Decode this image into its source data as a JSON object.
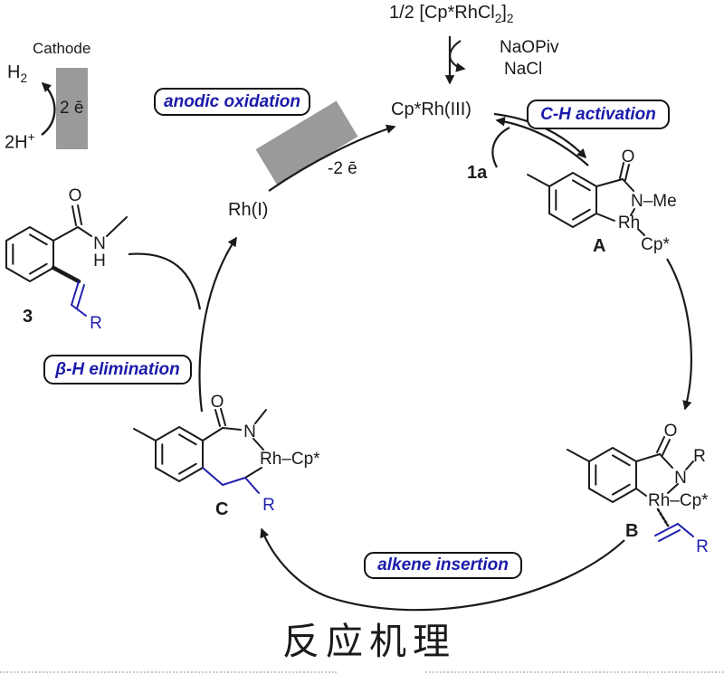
{
  "colors": {
    "blue_label": "#1b1bab",
    "blue_structure": "#1e1eae",
    "black": "#1a1a1a",
    "electrode_gray": "#9a9a9a"
  },
  "title_cn": "反应机理",
  "precursor": {
    "p1": "1/2 [Cp*RhCl",
    "s1": "2",
    "p2": "]",
    "s2": "2"
  },
  "additives": {
    "in_label": "NaOPiv",
    "out_label": "NaCl"
  },
  "catalyst": "Cp*Rh(III)",
  "rh1": "Rh(I)",
  "anode_electrons": "-2 ē",
  "cathode": {
    "title": "Cathode",
    "h2_base": "H",
    "h2_sub": "2",
    "electrons": "2 ē",
    "proton_base": "2H",
    "proton_sup": "+"
  },
  "steps": {
    "anodic": "anodic oxidation",
    "ch": "C-H activation",
    "beta": "β-H elimination",
    "alkene": "alkene insertion"
  },
  "species": {
    "a": "A",
    "b": "B",
    "c": "C",
    "p3": "3",
    "s1a": "1a"
  },
  "atoms": {
    "o": "O",
    "n": "N",
    "h": "H",
    "r": "R",
    "n_me": "N–Me",
    "rh": "Rh",
    "cp": "Cp*",
    "rh_cp": "Rh–Cp*"
  }
}
